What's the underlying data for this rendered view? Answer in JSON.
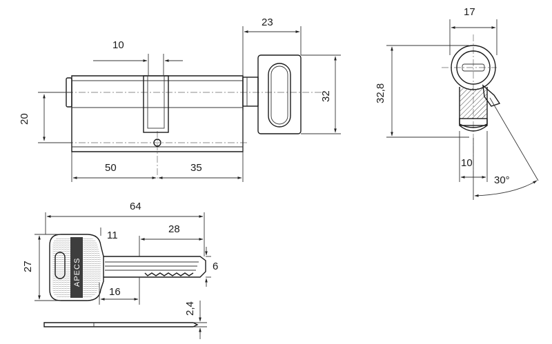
{
  "dimensions": {
    "key_slot_width": "10",
    "cylinder_height": "20",
    "length_left": "50",
    "length_right": "35",
    "knob_length": "23",
    "knob_height": "32",
    "profile_width": "17",
    "profile_height": "32,8",
    "cam_width": "10",
    "cam_angle": "30°",
    "key_length": "64",
    "key_blade_length": "28",
    "key_head_offset": "11",
    "key_height": "27",
    "key_blade_height": "6",
    "key_grip_length": "16",
    "key_thickness": "2,4"
  },
  "key": {
    "brand": "APECS"
  }
}
